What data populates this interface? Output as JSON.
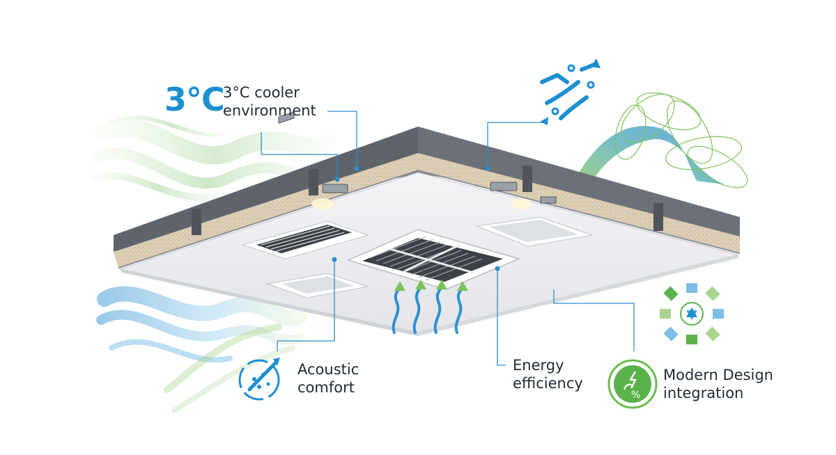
{
  "headline": {
    "value": "3°C"
  },
  "callouts": {
    "cooler": {
      "line1": "3°C cooler",
      "line2": "environment"
    },
    "acoustic": {
      "line1": "Acoustic",
      "line2": "comfort"
    },
    "energy": {
      "line1": "Energy",
      "line2": "efficiency"
    },
    "design": {
      "line1": "Modern Design",
      "line2": "integration"
    }
  },
  "badge": {
    "text": "%"
  },
  "icons": {
    "airflow": "airflow-arrows-icon",
    "acoustic": "sound-wave-icon",
    "energy": "energy-leaf-icon",
    "design": "flower-module-icon",
    "rising_air": "rising-air-icon"
  },
  "colors": {
    "accent": "#1d8fd0",
    "green": "#5bb24a",
    "panel": "#e9ebee",
    "frame": "#6c7178",
    "insulation": "#d8cbb2"
  }
}
